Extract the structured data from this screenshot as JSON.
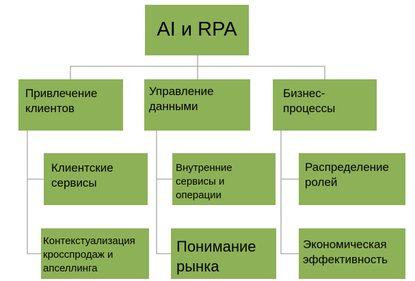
{
  "diagram": {
    "root": {
      "line1": "AI и RPA"
    },
    "branches": [
      {
        "lines": [
          "Привлечение",
          "клиентов"
        ],
        "children": [
          {
            "lines": [
              "Клиентские",
              "сервисы"
            ]
          },
          {
            "lines": [
              "Контекстуализация",
              "кросспродаж и",
              "апселлинга"
            ]
          }
        ]
      },
      {
        "lines": [
          "Управление",
          "данными"
        ],
        "children": [
          {
            "lines": [
              "Внутренние",
              "сервисы и",
              "операции"
            ]
          },
          {
            "lines": [
              "Понимание",
              "рынка"
            ]
          }
        ]
      },
      {
        "lines": [
          "Бизнес-",
          "процессы"
        ],
        "children": [
          {
            "lines": [
              "Распределение",
              "ролей"
            ]
          },
          {
            "lines": [
              "Экономическая",
              "эффективность"
            ]
          }
        ]
      }
    ]
  },
  "colors": {
    "box_fill": "#8db157",
    "connector": "#a3a3a3",
    "text": "#000000",
    "background": "#ffffff"
  }
}
